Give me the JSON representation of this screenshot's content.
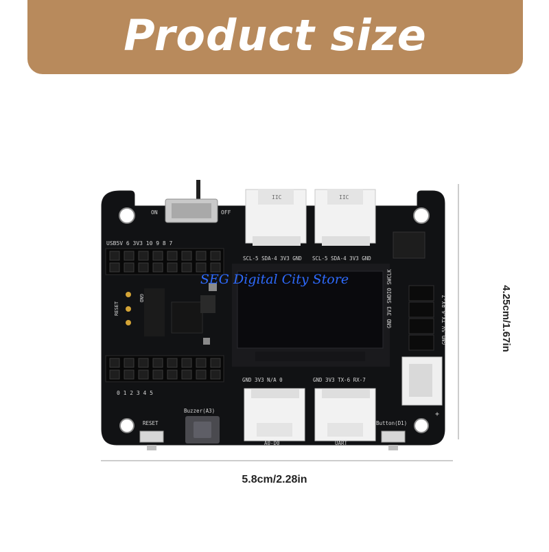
{
  "banner": {
    "title": "Product size",
    "color": "#b88a5c"
  },
  "dimensions": {
    "width_label": "5.8cm/2.28in",
    "height_label": "4.25cm/1.67in"
  },
  "watermark": "SEG Digital City Store",
  "board": {
    "switch": {
      "on": "ON",
      "off": "OFF"
    },
    "connectors": {
      "iic_left": "IIC",
      "iic_right": "IIC",
      "top_left_pins": "SCL-5 SDA-4 3V3 GND",
      "top_right_pins": "SCL-5 SDA-4 3V3 GND",
      "bottom_left_pins": "GND 3V3 N/A 0",
      "bottom_right_pins": "GND 3V3 TX-6 RX-7",
      "bottom_left_name": "A0-D0",
      "bottom_right_name": "UART"
    },
    "header_top": "USB5V  6  3V3  10  9  8  7",
    "header_bottom": "0  1  2  3  4  5",
    "labels": {
      "reset_left": "RESET",
      "reset_side": "RESET",
      "buzzer": "Buzzer(A3)",
      "button": "Button(D1)",
      "gnd": "GND",
      "swd_pins": "GND 3V3 SWDIO SWCLK",
      "right_pins": "GND 5V TX-6 RX-7",
      "plus": "+"
    }
  }
}
